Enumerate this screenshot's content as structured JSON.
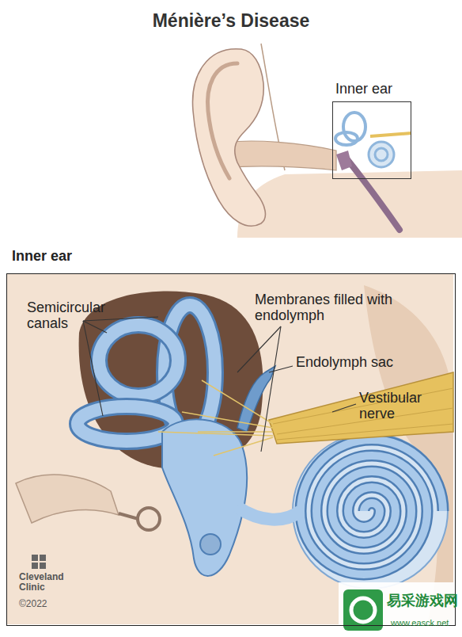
{
  "diagram": {
    "title": "Ménière’s Disease",
    "nodes": [
      {
        "text": [
          "Inner ear"
        ]
      },
      {
        "text": [
          "Inner ear"
        ]
      }
    ],
    "labels": [
      "Semicircular canals",
      "Membranes filled with endolymph",
      "Endolymph sac",
      "Vestibular nerve",
      "Cleveland Clinic",
      "©2022",
      "易采游戏网",
      "www.easck.net"
    ]
  }
}
